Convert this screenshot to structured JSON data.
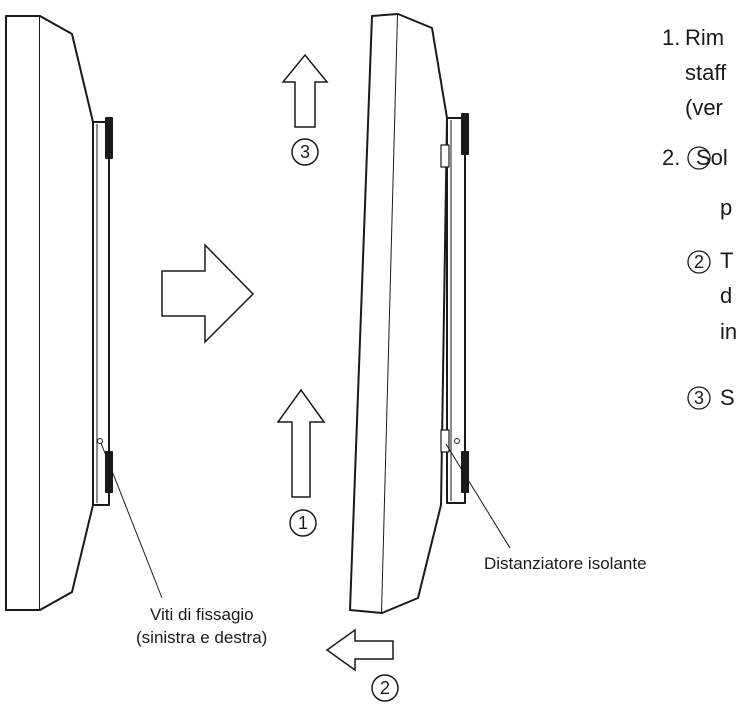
{
  "diagram": {
    "step_markers": [
      "1",
      "2",
      "3"
    ],
    "labels": {
      "fixing_screws_line1": "Viti di fissagio",
      "fixing_screws_line2": "(sinistra e destra)",
      "insulating_spacer": "Distanziatore isolante"
    },
    "instructions": {
      "item1_number": "1.",
      "item1_line1": "Rim",
      "item1_line2": "staff",
      "item1_line3": "(ver",
      "item2_number": "2.",
      "item2_text": "Sol",
      "item2_sub1_line1": "p",
      "item2_sub2_marker": "2",
      "item2_sub2_line1": "T",
      "item2_sub2_line2": "d",
      "item2_sub2_line3": "in",
      "item2_sub3_marker": "3",
      "item2_sub3_line1": "S"
    }
  }
}
